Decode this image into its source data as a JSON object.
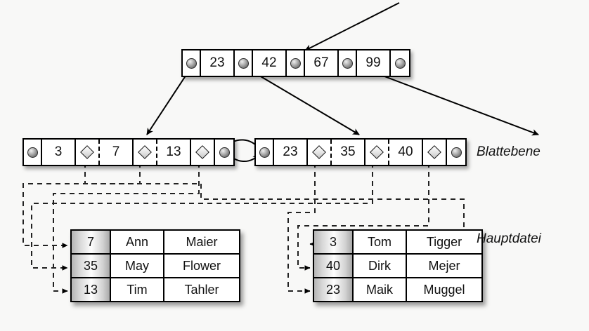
{
  "diagram": {
    "title": "B+ tree index with leaf level and main file",
    "background": "#f8f8f7"
  },
  "root_node": {
    "name": "index-node-root",
    "cells": [
      {
        "type": "pointer",
        "label": "pointer-0"
      },
      {
        "type": "key",
        "label": "23"
      },
      {
        "type": "pointer",
        "label": "pointer-1"
      },
      {
        "type": "key",
        "label": "42"
      },
      {
        "type": "pointer",
        "label": "pointer-2"
      },
      {
        "type": "key",
        "label": "67"
      },
      {
        "type": "pointer",
        "label": "pointer-3"
      },
      {
        "type": "key",
        "label": "99"
      },
      {
        "type": "pointer",
        "label": "pointer-4"
      }
    ]
  },
  "leaf_left": {
    "name": "leaf-node-left",
    "cells": [
      {
        "type": "pointer",
        "label": "prev-pointer"
      },
      {
        "type": "key",
        "label": "3"
      },
      {
        "type": "diamond",
        "label": "record-pointer-3"
      },
      {
        "type": "key",
        "label": "7"
      },
      {
        "type": "diamond",
        "label": "record-pointer-7"
      },
      {
        "type": "key",
        "label": "13"
      },
      {
        "type": "diamond",
        "label": "record-pointer-13"
      },
      {
        "type": "pointer",
        "label": "next-pointer"
      }
    ]
  },
  "leaf_right": {
    "name": "leaf-node-right",
    "cells": [
      {
        "type": "pointer",
        "label": "prev-pointer"
      },
      {
        "type": "key",
        "label": "23"
      },
      {
        "type": "diamond",
        "label": "record-pointer-23"
      },
      {
        "type": "key",
        "label": "35"
      },
      {
        "type": "diamond",
        "label": "record-pointer-35"
      },
      {
        "type": "key",
        "label": "40"
      },
      {
        "type": "diamond",
        "label": "record-pointer-40"
      },
      {
        "type": "pointer",
        "label": "next-pointer"
      }
    ]
  },
  "table_left": {
    "name": "main-file-table-left",
    "rows": [
      {
        "key": "7",
        "first": "Ann",
        "last": "Maier"
      },
      {
        "key": "35",
        "first": "May",
        "last": "Flower"
      },
      {
        "key": "13",
        "first": "Tim",
        "last": "Tahler"
      }
    ]
  },
  "table_right": {
    "name": "main-file-table-right",
    "rows": [
      {
        "key": "3",
        "first": "Tom",
        "last": "Tigger"
      },
      {
        "key": "40",
        "first": "Dirk",
        "last": "Mejer"
      },
      {
        "key": "23",
        "first": "Maik",
        "last": "Muggel"
      }
    ]
  },
  "captions": {
    "leaf_level": "Blattebene",
    "main_file": "Hauptdatei"
  }
}
